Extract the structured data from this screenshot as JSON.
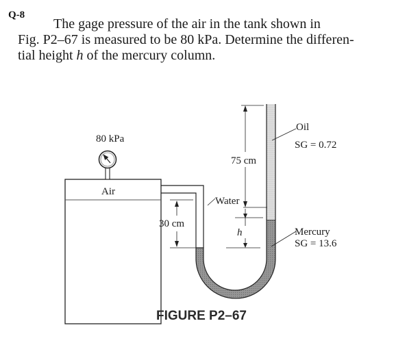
{
  "question_number": "Q-8",
  "problem_text": {
    "line1": "The gage pressure of the air in the tank shown in",
    "line2": "Fig. P2–67 is measured to be 80 kPa. Determine the differen-",
    "line3_before": "tial height ",
    "line3_var": "h",
    "line3_after": " of the mercury column."
  },
  "figure": {
    "gauge_label": "80 kPa",
    "air_label": "Air",
    "water_label": "Water",
    "oil_label": "Oil",
    "oil_sg": "SG = 0.72",
    "mercury_label": "Mercury",
    "mercury_sg": "SG = 13.6",
    "dim_75": "75 cm",
    "dim_30": "30 cm",
    "dim_h": "h",
    "caption": "FIGURE P2–67"
  }
}
